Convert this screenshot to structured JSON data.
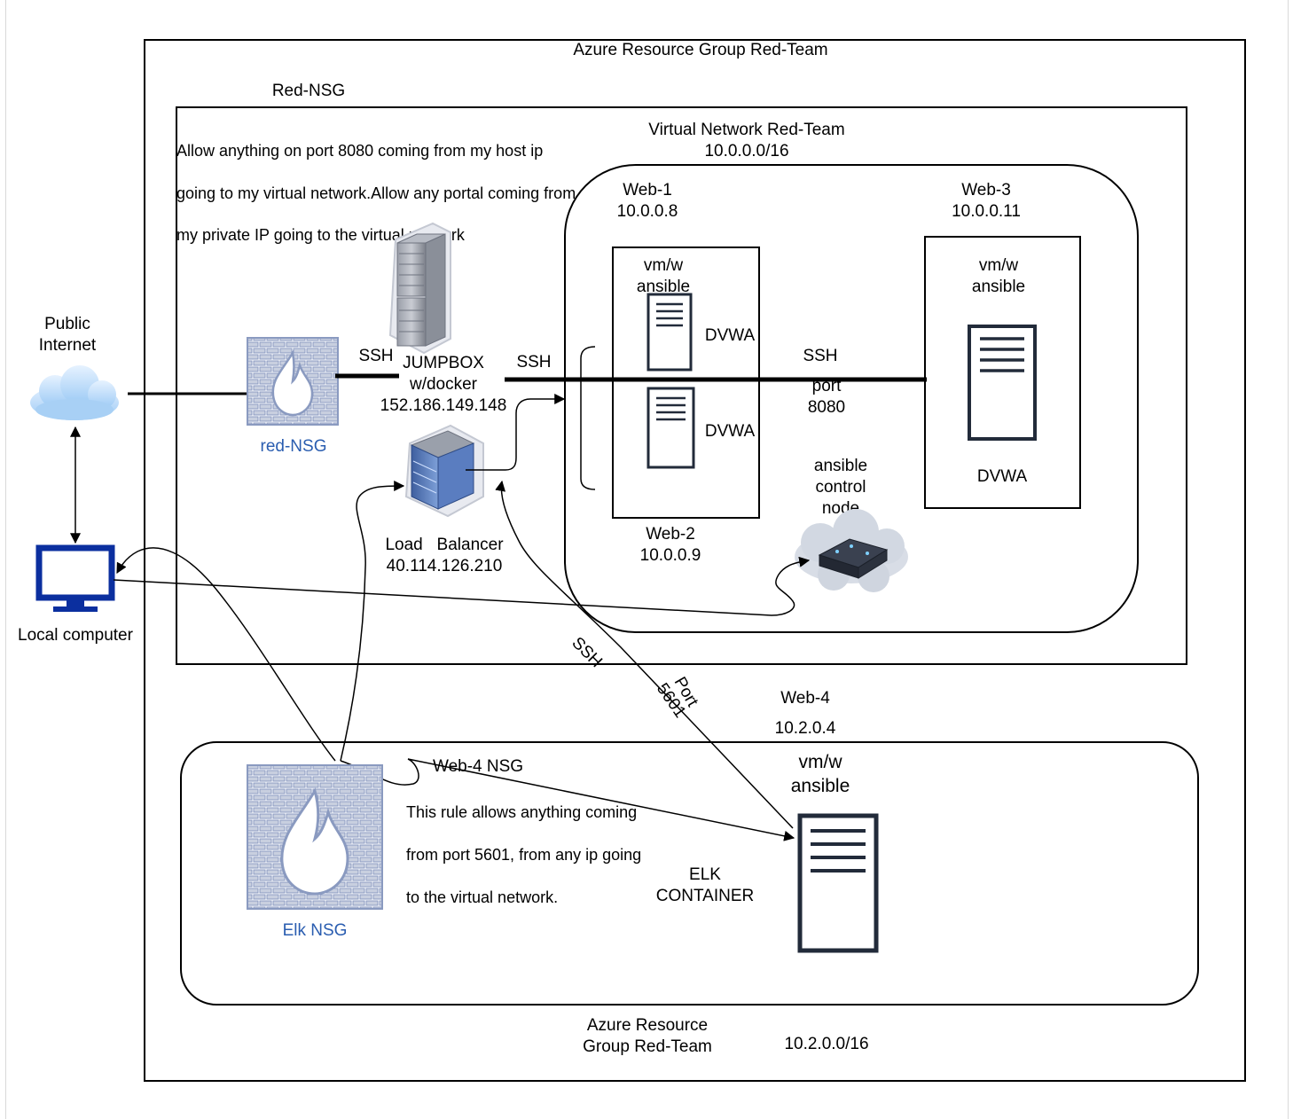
{
  "outer_group": {
    "title": "Azure Resource Group Red-Team"
  },
  "red_nsg_box": {
    "title": "Red-NSG"
  },
  "vnet": {
    "title": "Virtual Network Red-Team",
    "cidr": "10.0.0.0/16"
  },
  "rule_text": {
    "line1": "Allow anything on port 8080 coming from my host ip",
    "line2": "going to my virtual network.Allow any portal coming from",
    "line3": "my private IP going to the virtual network"
  },
  "internet": {
    "line1": "Public",
    "line2": "Internet"
  },
  "local_computer": {
    "label": "Local computer"
  },
  "red_nsg": {
    "label": "red-NSG"
  },
  "jumpbox": {
    "line1": "JUMPBOX",
    "line2": "w/docker",
    "ip": "152.186.149.148"
  },
  "load_balancer": {
    "line1": "Load   Balancer",
    "ip": "40.114.126.210"
  },
  "web1": {
    "name": "Web-1",
    "ip": "10.0.0.8",
    "vm_line1": "vm/w",
    "vm_line2": "ansible",
    "app": "DVWA"
  },
  "web2": {
    "name": "Web-2",
    "ip": "10.0.0.9",
    "app": "DVWA"
  },
  "web3": {
    "name": "Web-3",
    "ip": "10.0.0.11",
    "vm_line1": "vm/w",
    "vm_line2": "ansible",
    "app": "DVWA"
  },
  "links": {
    "ssh_1": "SSH",
    "ssh_2": "SSH",
    "ssh_3": "SSH",
    "port_line1": "port",
    "port_line2": "8080",
    "ssh_diag": "SSH",
    "port_diag_line1": "Port",
    "port_diag_line2": "5601"
  },
  "ansible_node": {
    "line1": "ansible",
    "line2": "control",
    "line3": "node"
  },
  "web4": {
    "name": "Web-4",
    "ip": "10.2.0.4",
    "vm_line1": "vm/w",
    "vm_line2": "ansible",
    "app_line1": "ELK",
    "app_line2": "CONTAINER"
  },
  "web4_nsg": {
    "title": "Web-4 NSG",
    "rule_line1": "This rule allows anything coming",
    "rule_line2": "from port 5601, from any ip going",
    "rule_line3": "to the virtual network."
  },
  "elk_nsg": {
    "label": "Elk NSG"
  },
  "bottom_group": {
    "line1": "Azure Resource",
    "line2": "Group Red-Team",
    "cidr": "10.2.0.0/16"
  },
  "colors": {
    "nsg_icon": "#8a9ac0",
    "nsg_label": "#2a5db0",
    "computer": "#0b2f9f",
    "server_outline": "#222b3a"
  }
}
